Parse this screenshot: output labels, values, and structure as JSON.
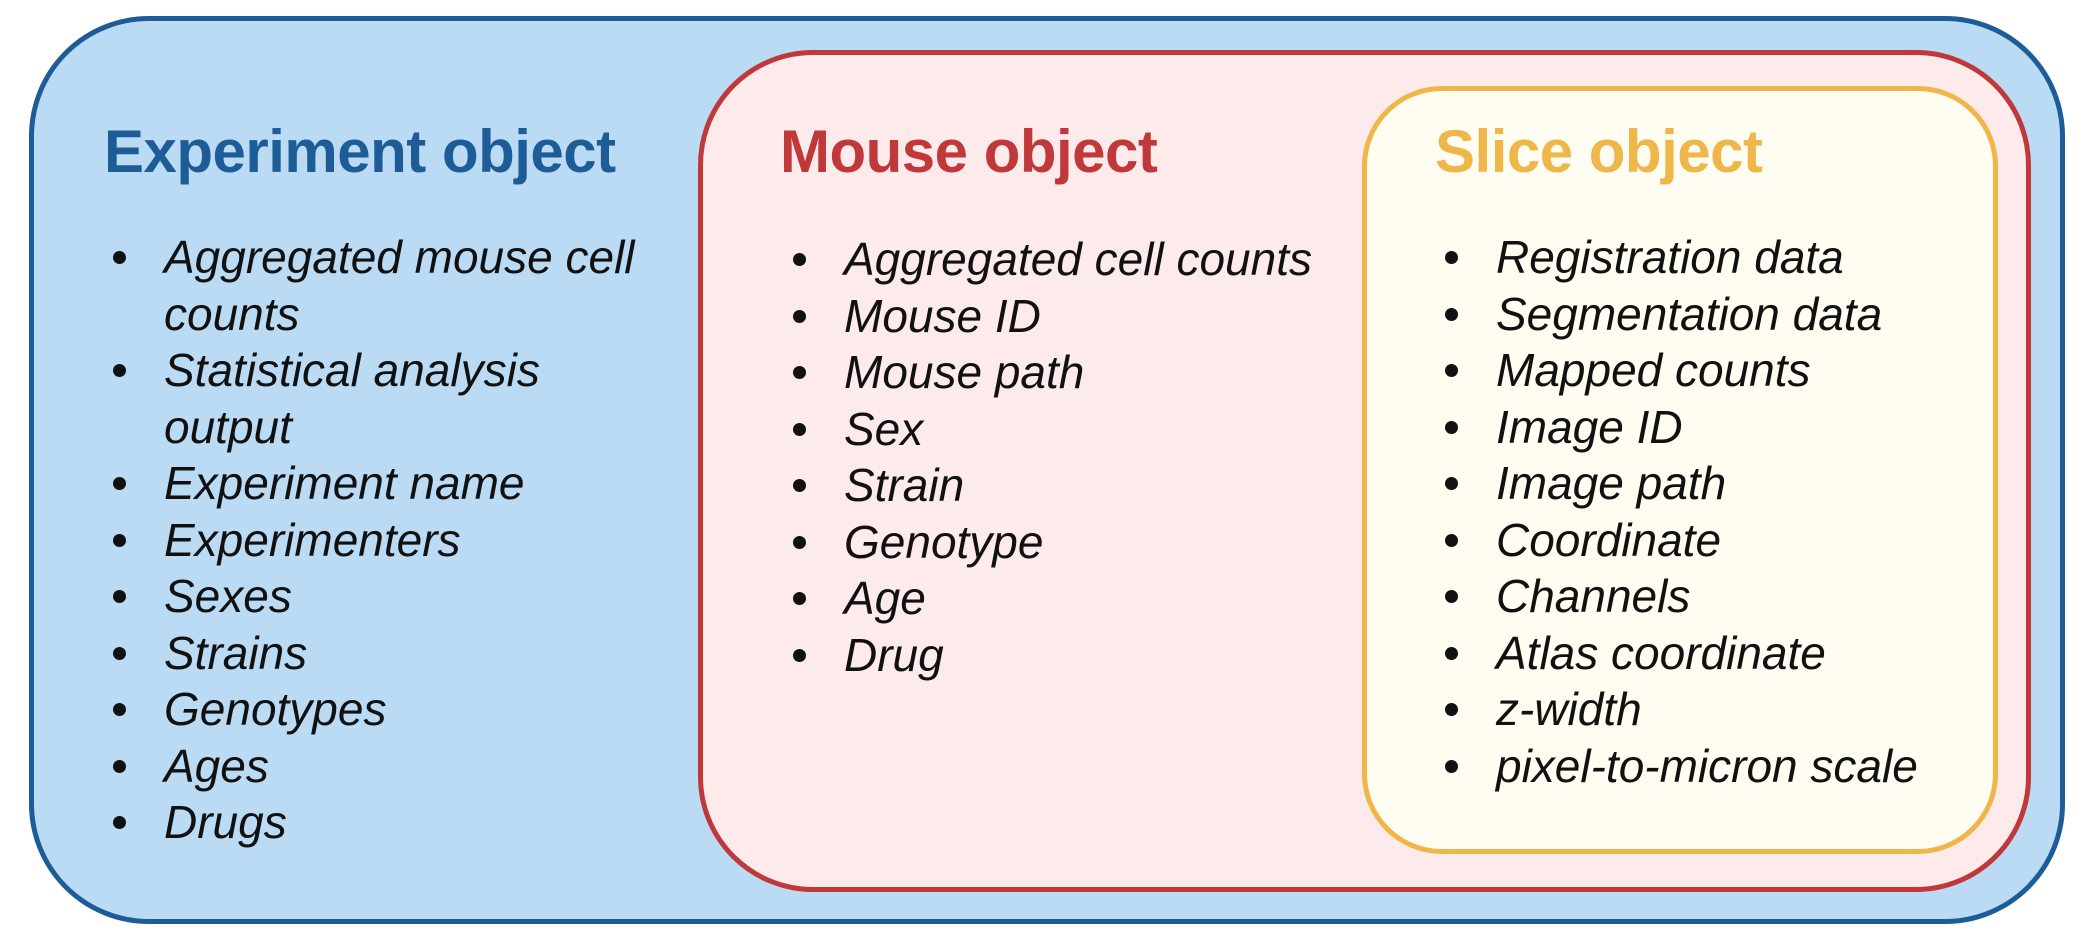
{
  "experiment": {
    "title": "Experiment object",
    "items": [
      "Aggregated mouse cell counts",
      "Statistical analysis output",
      "Experiment name",
      "Experimenters",
      "Sexes",
      "Strains",
      "Genotypes",
      "Ages",
      "Drugs"
    ]
  },
  "mouse": {
    "title": "Mouse object",
    "items": [
      "Aggregated cell counts",
      "Mouse ID",
      "Mouse path",
      "Sex",
      "Strain",
      "Genotype",
      "Age",
      "Drug"
    ]
  },
  "slice": {
    "title": "Slice object",
    "items": [
      "Registration data",
      "Segmentation data",
      "Mapped counts",
      "Image ID",
      "Image path",
      "Coordinate",
      "Channels",
      "Atlas coordinate",
      "z-width",
      "pixel-to-micron scale"
    ]
  },
  "colors": {
    "experiment_border": "#1d5c97",
    "experiment_fill": "#bbdbf5",
    "mouse_border": "#c0383a",
    "mouse_fill": "#fdebec",
    "slice_border": "#efb74a",
    "slice_fill": "#fffcf1"
  }
}
